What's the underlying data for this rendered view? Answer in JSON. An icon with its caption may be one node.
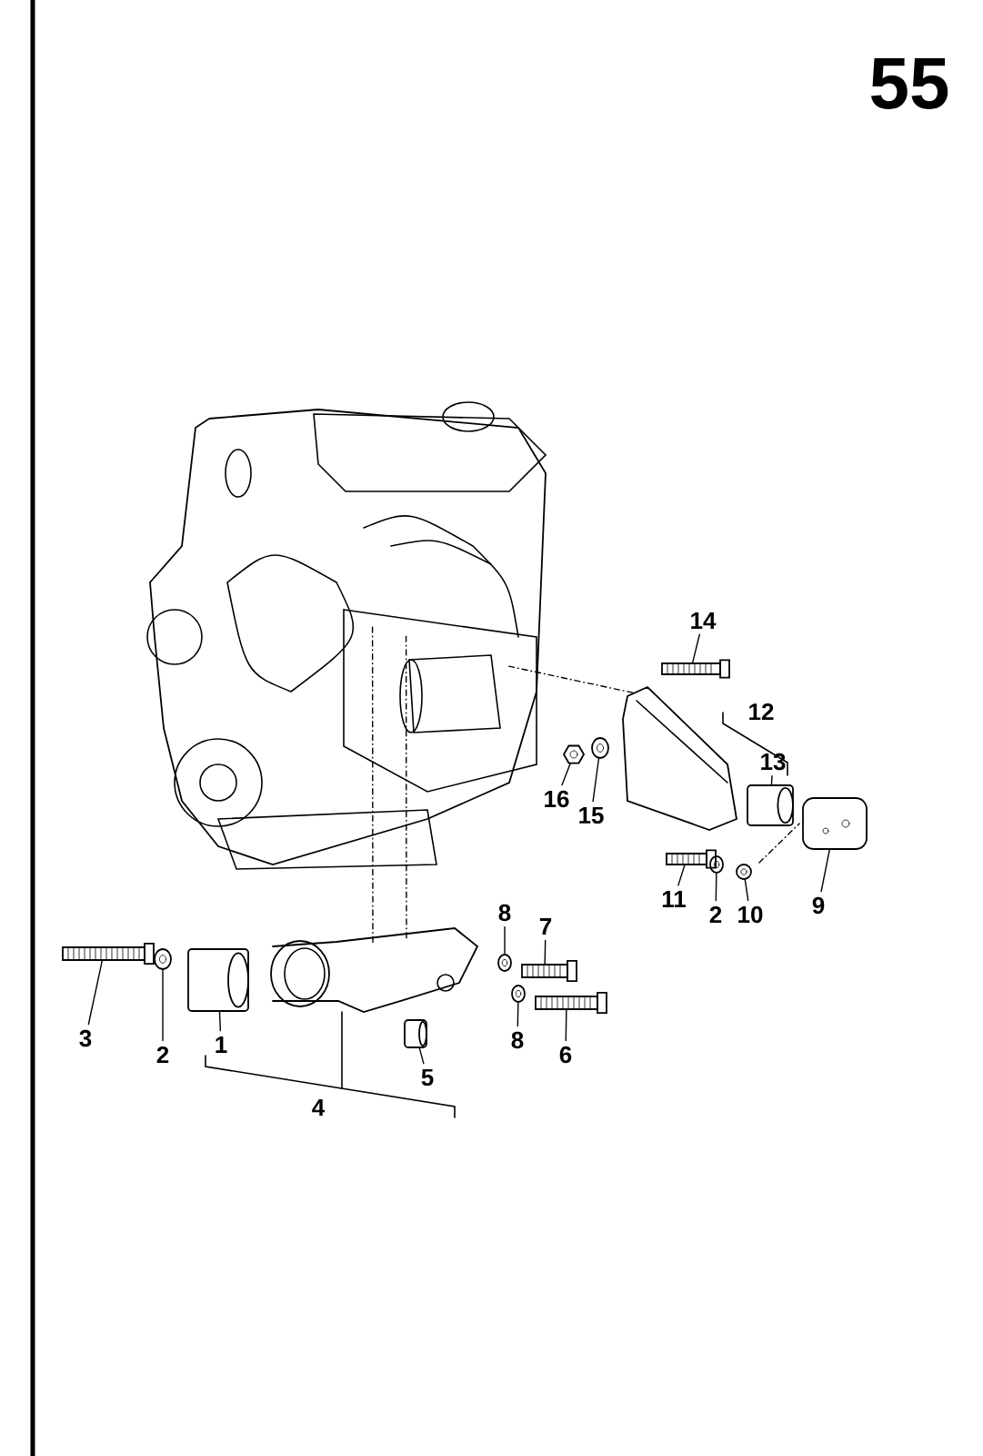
{
  "diagram": {
    "nodes": [
      {
        "text": [
          "14"
        ]
      },
      {
        "text": [
          "13"
        ]
      },
      {
        "text": [
          "16"
        ]
      },
      {
        "text": [
          "15"
        ]
      },
      {
        "text": [
          "11"
        ]
      },
      {
        "text": [
          "2"
        ]
      },
      {
        "text": [
          "10"
        ]
      },
      {
        "text": [
          "9"
        ]
      },
      {
        "text": [
          "8"
        ]
      },
      {
        "text": [
          "7"
        ]
      },
      {
        "text": [
          "3"
        ]
      },
      {
        "text": [
          "2"
        ]
      },
      {
        "text": [
          "1"
        ]
      },
      {
        "text": [
          "8"
        ]
      },
      {
        "text": [
          "6"
        ]
      },
      {
        "text": [
          "5"
        ]
      },
      {
        "text": [],
        "shape": "picture"
      },
      {
        "text": [],
        "shape": "picture"
      },
      {
        "text": [],
        "shape": "picture"
      },
      {
        "text": [],
        "shape": "picture"
      },
      {
        "text": [],
        "shape": "picture"
      },
      {
        "text": [],
        "shape": "picture"
      },
      {
        "text": [],
        "shape": "picture"
      },
      {
        "text": [],
        "shape": "picture"
      },
      {
        "text": [],
        "shape": "picture"
      },
      {
        "text": [],
        "shape": "picture"
      },
      {
        "text": [],
        "shape": "picture"
      },
      {
        "text": [],
        "shape": "picture"
      },
      {
        "text": [],
        "shape": "picture"
      },
      {
        "text": [],
        "shape": "picture"
      },
      {
        "text": [],
        "shape": "picture"
      },
      {
        "text": [],
        "shape": "picture"
      },
      {
        "text": [],
        "shape": "picture"
      },
      {
        "text": [],
        "shape": "picture"
      },
      {
        "text": [],
        "shape": "picture"
      }
    ],
    "edges": [
      {
        "from": 0,
        "to": 16,
        "arrow": "none"
      },
      {
        "from": 1,
        "to": 17,
        "arrow": "none"
      },
      {
        "from": 2,
        "to": 18,
        "arrow": "none"
      },
      {
        "from": 3,
        "to": 19,
        "arrow": "none"
      },
      {
        "from": 4,
        "to": 20,
        "arrow": "none"
      },
      {
        "from": 5,
        "to": 21,
        "arrow": "none"
      },
      {
        "from": 6,
        "to": 22,
        "arrow": "none"
      },
      {
        "from": 7,
        "to": 23,
        "arrow": "none"
      },
      {
        "from": 8,
        "to": 24,
        "arrow": "none"
      },
      {
        "from": 9,
        "to": 25,
        "arrow": "none"
      },
      {
        "from": 10,
        "to": 26,
        "arrow": "none"
      },
      {
        "from": 11,
        "to": 27,
        "arrow": "none"
      },
      {
        "from": 12,
        "to": 28,
        "arrow": "none"
      },
      {
        "from": 13,
        "to": 29,
        "arrow": "none"
      },
      {
        "from": 14,
        "to": 30,
        "arrow": "none"
      },
      {
        "from": 15,
        "to": 31,
        "arrow": "none"
      },
      {
        "from": 32,
        "to": 33,
        "arrow": "none",
        "style": "dashed"
      },
      {
        "from": 32,
        "to": 33,
        "arrow": "none",
        "style": "dashed"
      },
      {
        "from": 32,
        "to": 34,
        "arrow": "none",
        "style": "dashed"
      },
      {
        "from": 22,
        "to": 23,
        "arrow": "none",
        "style": "dashed"
      }
    ],
    "labels": [
      "55",
      "12",
      "4"
    ]
  }
}
